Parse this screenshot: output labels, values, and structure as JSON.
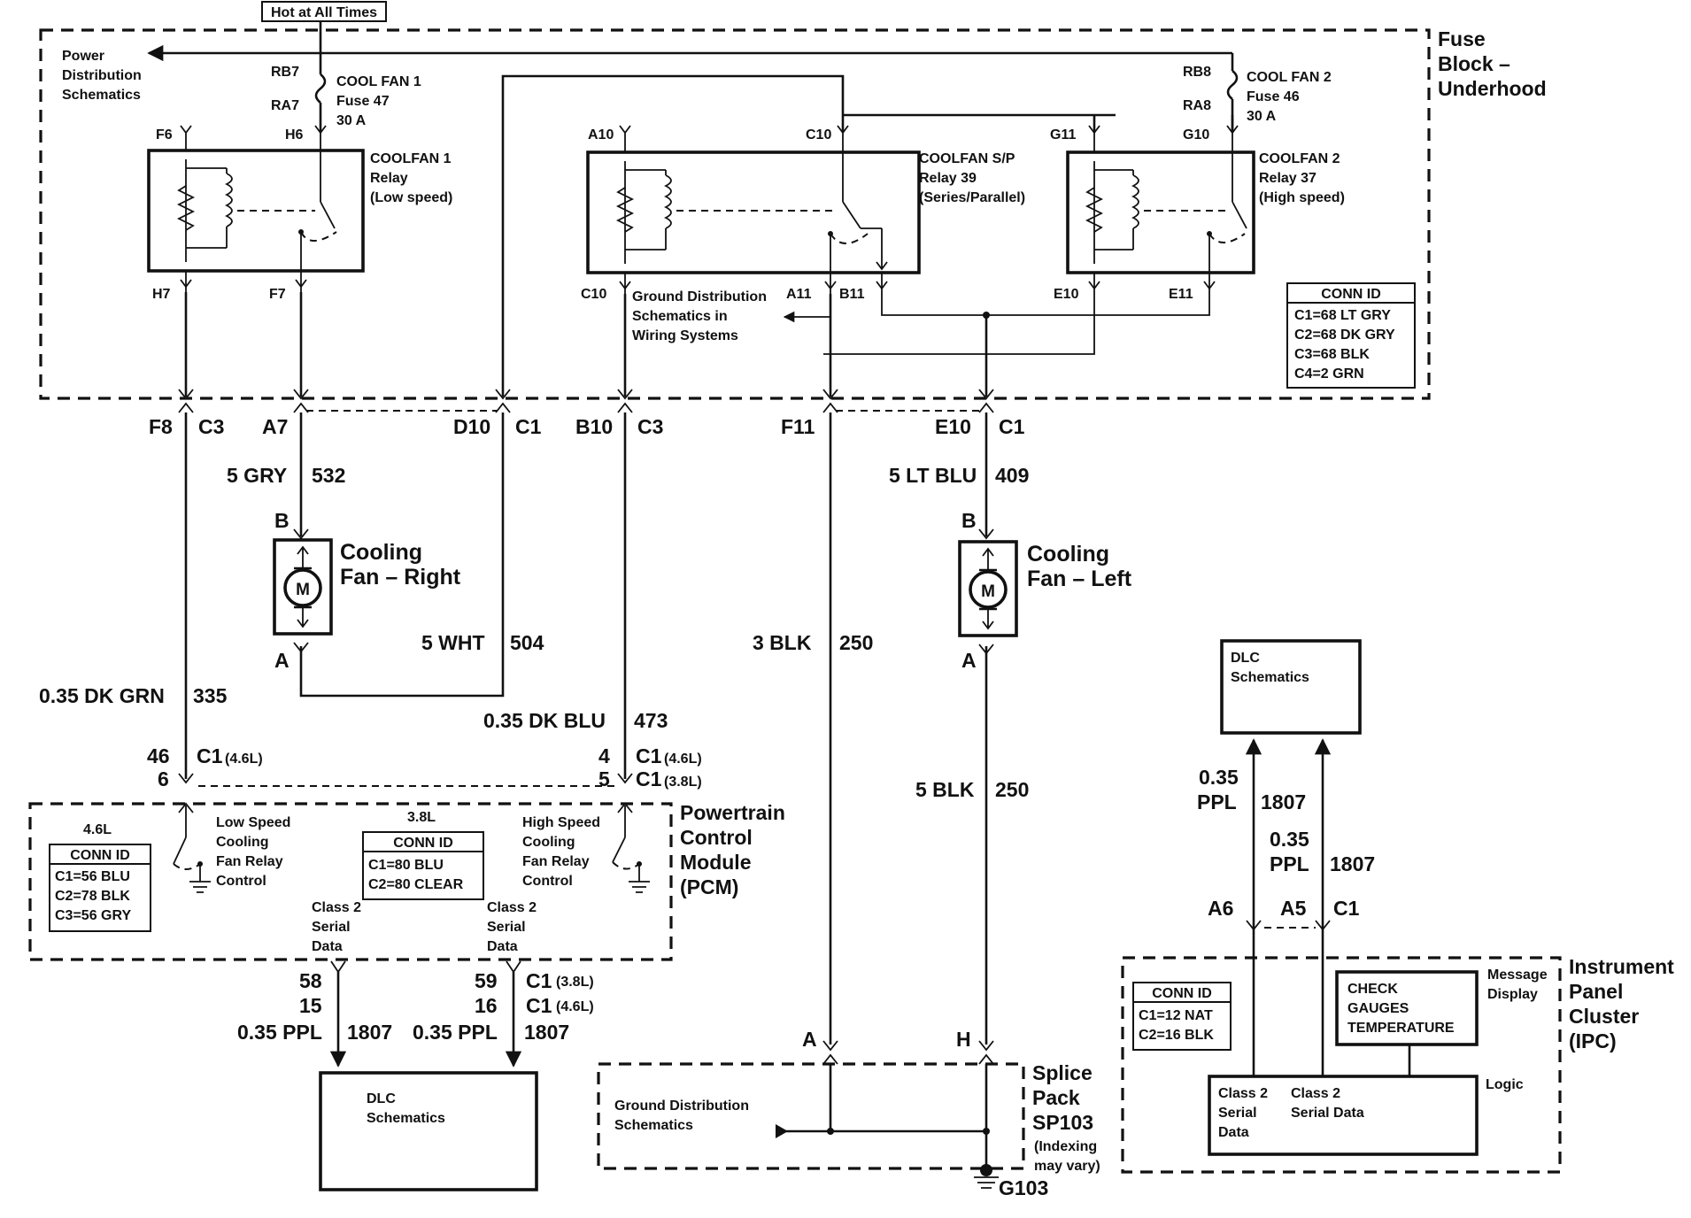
{
  "hot_label": "Hot at All Times",
  "fuse_block": {
    "title_l1": "Fuse",
    "title_l2": "Block –",
    "title_l3": "Underhood",
    "power_dist": [
      "Power",
      "Distribution",
      "Schematics"
    ],
    "fuse1": {
      "top": "RB7",
      "bottom": "RA7",
      "name": "COOL FAN 1",
      "fuse": "Fuse 47",
      "amps": "30 A"
    },
    "fuse2": {
      "top": "RB8",
      "bottom": "RA8",
      "name": "COOL FAN 2",
      "fuse": "Fuse 46",
      "amps": "30 A"
    },
    "relay1": {
      "pins_top": [
        "F6",
        "H6"
      ],
      "pins_bottom": [
        "H7",
        "F7"
      ],
      "name": "COOLFAN 1",
      "l2": "Relay",
      "l3": "(Low speed)"
    },
    "relay2": {
      "pins_top": [
        "A10",
        "C10"
      ],
      "pins_bottom": [
        "C10",
        "A11",
        "B11"
      ],
      "name": "COOLFAN S/P",
      "l2": "Relay 39",
      "l3": "(Series/Parallel)"
    },
    "relay3": {
      "pins_top": [
        "G11",
        "G10"
      ],
      "pins_bottom": [
        "E10",
        "E11"
      ],
      "name": "COOLFAN 2",
      "l2": "Relay 37",
      "l3": "(High speed)"
    },
    "ground_dist": [
      "Ground Distribution",
      "Schematics in",
      "Wiring Systems"
    ],
    "conn_id": {
      "title": "CONN ID",
      "rows": [
        "C1=68 LT GRY",
        "C2=68 DK GRY",
        "C3=68 BLK",
        "C4=2 GRN"
      ]
    }
  },
  "connectors_row": [
    {
      "pin": "F8",
      "conn": "C3"
    },
    {
      "pin": "A7",
      "conn": ""
    },
    {
      "pin": "D10",
      "conn": "C1"
    },
    {
      "pin": "B10",
      "conn": "C3"
    },
    {
      "pin": "F11",
      "conn": ""
    },
    {
      "pin": "E10",
      "conn": "C1"
    }
  ],
  "wires": {
    "w532": {
      "gauge": "5 GRY",
      "circuit": "532"
    },
    "w409": {
      "gauge": "5 LT BLU",
      "circuit": "409"
    },
    "w504": {
      "gauge": "5 WHT",
      "circuit": "504"
    },
    "w250a": {
      "gauge": "3 BLK",
      "circuit": "250"
    },
    "w250b": {
      "gauge": "5 BLK",
      "circuit": "250"
    },
    "w335": {
      "gauge": "0.35 DK GRN",
      "circuit": "335"
    },
    "w473": {
      "gauge": "0.35 DK BLU",
      "circuit": "473"
    },
    "w1807a": {
      "gauge": "0.35 PPL",
      "circuit": "1807"
    },
    "w1807b": {
      "gauge": "0.35 PPL",
      "circuit": "1807"
    },
    "w1807c_g": "0.35",
    "w1807c_c": "PPL",
    "w1807c_n": "1807",
    "w1807d_g": "0.35",
    "w1807d_c": "PPL",
    "w1807d_n": "1807"
  },
  "motors": {
    "right": {
      "l1": "Cooling",
      "l2": "Fan – Right",
      "pin_b": "B",
      "pin_a": "A",
      "m": "M"
    },
    "left": {
      "l1": "Cooling",
      "l2": "Fan – Left",
      "pin_b": "B",
      "pin_a": "A",
      "m": "M"
    }
  },
  "pcm": {
    "pins_left": {
      "p1": "46",
      "p2": "6",
      "c1": "C1",
      "c1s": "(4.6L)"
    },
    "pins_right": {
      "p1": "4",
      "p2": "5",
      "c1": "C1",
      "c1s": "(4.6L)",
      "c2": "C1",
      "c2s": "(3.8L)"
    },
    "title": [
      "Powertrain",
      "Control",
      "Module",
      "(PCM)"
    ],
    "v46": "4.6L",
    "v38": "3.8L",
    "conn46": {
      "title": "CONN ID",
      "rows": [
        "C1=56 BLU",
        "C2=78 BLK",
        "C3=56 GRY"
      ]
    },
    "conn38": {
      "title": "CONN ID",
      "rows": [
        "C1=80 BLU",
        "C2=80 CLEAR"
      ]
    },
    "low_speed": [
      "Low Speed",
      "Cooling",
      "Fan Relay",
      "Control"
    ],
    "high_speed": [
      "High Speed",
      "Cooling",
      "Fan Relay",
      "Control"
    ],
    "class2a": [
      "Class 2",
      "Serial",
      "Data"
    ],
    "class2b": [
      "Class 2",
      "Serial",
      "Data"
    ],
    "out_left": {
      "p1": "58",
      "p2": "15"
    },
    "out_right": {
      "p1": "59",
      "p2": "16",
      "c1": "C1",
      "c1s": "(3.8L)",
      "c2": "C1",
      "c2s": "(4.6L)"
    }
  },
  "dlc_bottom": [
    "DLC",
    "Schematics"
  ],
  "dlc_top": [
    "DLC",
    "Schematics"
  ],
  "splice": {
    "pin_a": "A",
    "pin_h": "H",
    "ground": [
      "Ground Distribution",
      "Schematics"
    ],
    "title": [
      "Splice",
      "Pack",
      "SP103"
    ],
    "note": [
      "(Indexing",
      "may vary)"
    ],
    "g": "G103"
  },
  "ipc": {
    "pins": {
      "a6": "A6",
      "a5": "A5",
      "c1": "C1"
    },
    "conn": {
      "title": "CONN ID",
      "rows": [
        "C1=12 NAT",
        "C2=16 BLK"
      ]
    },
    "msg": [
      "CHECK",
      "GAUGES",
      "TEMPERATURE"
    ],
    "msg_label": [
      "Message",
      "Display"
    ],
    "class2a": [
      "Class 2",
      "Serial",
      "Data"
    ],
    "class2b": [
      "Class 2",
      "Serial Data"
    ],
    "logic": "Logic",
    "title": [
      "Instrument",
      "Panel",
      "Cluster",
      "(IPC)"
    ]
  }
}
